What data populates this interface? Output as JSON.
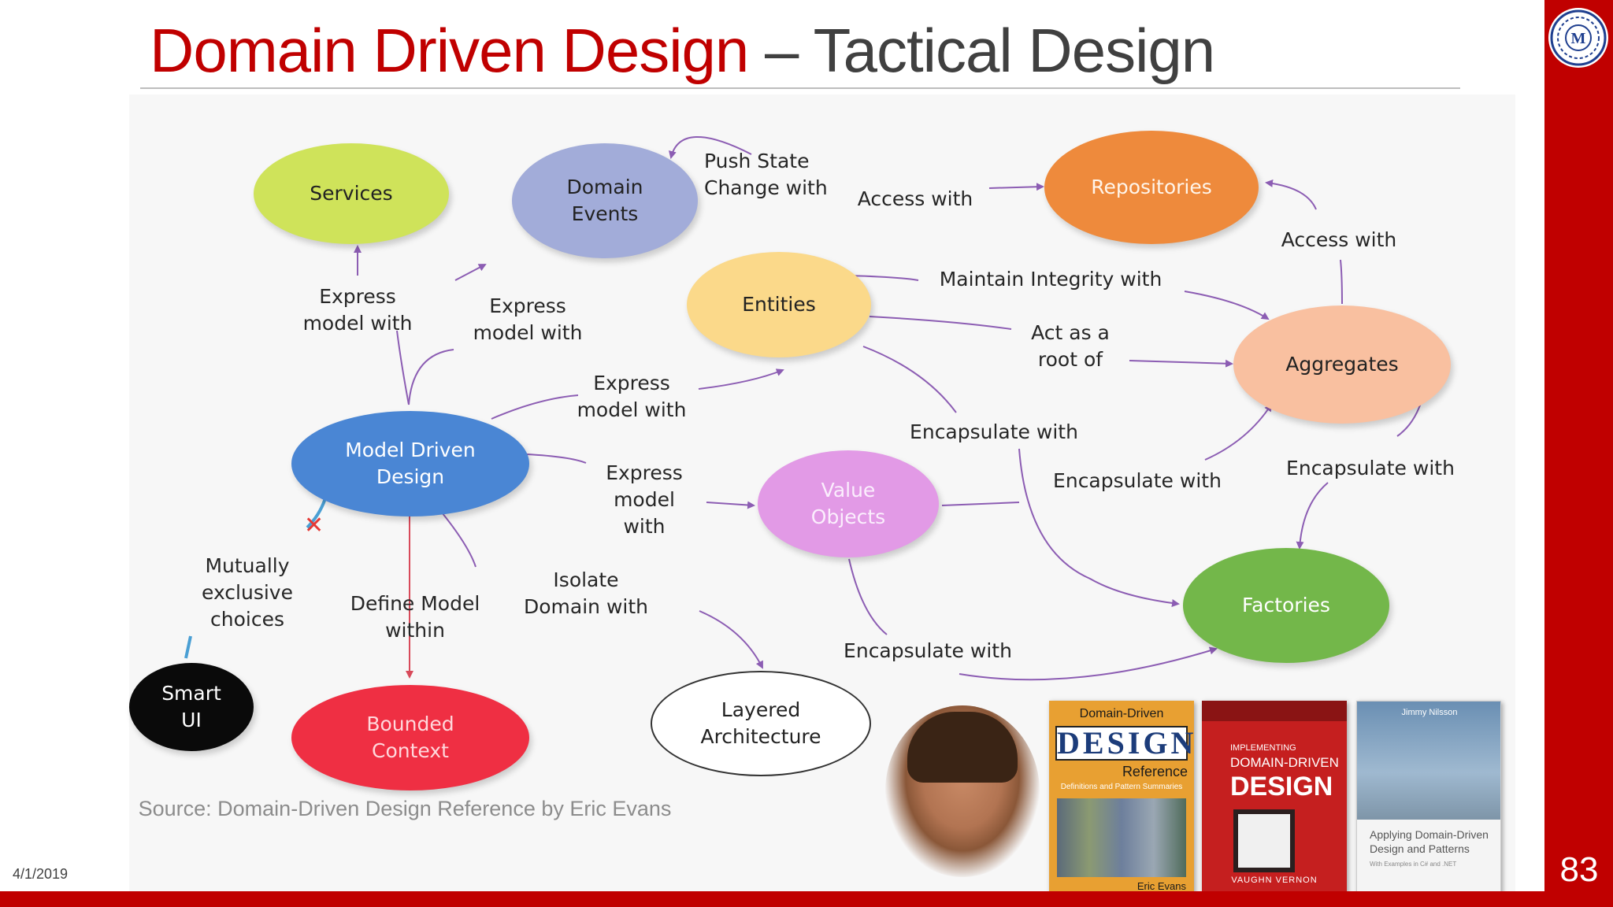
{
  "slide": {
    "title_main": "Domain Driven Design",
    "title_separator": " – ",
    "title_sub": "Tactical Design",
    "date": "4/1/2019",
    "page_number": "83",
    "logo_text": "M"
  },
  "diagram": {
    "nodes": {
      "services": "Services",
      "domain_events": "Domain\nEvents",
      "repositories": "Repositories",
      "entities": "Entities",
      "aggregates": "Aggregates",
      "model_driven_design": "Model Driven\nDesign",
      "value_objects": "Value\nObjects",
      "factories": "Factories",
      "smart_ui": "Smart\nUI",
      "bounded_context": "Bounded\nContext",
      "layered_architecture": "Layered\nArchitecture"
    },
    "edge_labels": {
      "mdd_services": "Express\nmodel with",
      "mdd_domain_events": "Express\nmodel with",
      "mdd_entities": "Express\nmodel with",
      "mdd_value_objects": "Express\nmodel\nwith",
      "mdd_bounded_context": "Define Model\nwithin",
      "mdd_layered_architecture": "Isolate\nDomain with",
      "mdd_smart_ui": "Mutually\nexclusive\nchoices",
      "entities_domain_events": "Push State\nChange with",
      "entities_repositories": "Access with",
      "entities_aggregates_integrity": "Maintain Integrity with",
      "entities_aggregates_root": "Act as a\nroot of",
      "entities_factories": "Encapsulate with",
      "value_objects_aggregates": "Encapsulate with",
      "aggregates_repositories": "Access with",
      "aggregates_factories": "Encapsulate with",
      "value_objects_factories": "Encapsulate with"
    },
    "colors": {
      "services": "#cfe35a",
      "domain_events": "#a2acd9",
      "repositories": "#ee8a3c",
      "entities": "#fbd98a",
      "aggregates": "#f9c0a0",
      "model_driven_design": "#4a86d4",
      "value_objects": "#e29ae6",
      "factories": "#73b74a",
      "smart_ui": "#0a0a0a",
      "bounded_context": "#ef2f43",
      "layered_architecture": "#ffffff",
      "connector": "#8c5db3",
      "define_arrow": "#d84a5a",
      "exclusive_line": "#4a9fd4",
      "exclusive_mark": "#e53935"
    },
    "source_note": "Source: Domain-Driven Design Reference by Eric Evans"
  },
  "books": {
    "book1": {
      "top": "Domain-Driven",
      "big": "DESIGN",
      "subtitle": "Reference",
      "tagline": "Definitions and Pattern Summaries",
      "author": "Eric Evans"
    },
    "book2": {
      "overline": "IMPLEMENTING",
      "title": "DOMAIN-DRIVEN",
      "big": "DESIGN",
      "author": "VAUGHN VERNON"
    },
    "book3": {
      "author": "Jimmy Nilsson",
      "title": "Applying Domain-Driven Design and Patterns",
      "subtitle": "With Examples in C# and .NET"
    }
  }
}
